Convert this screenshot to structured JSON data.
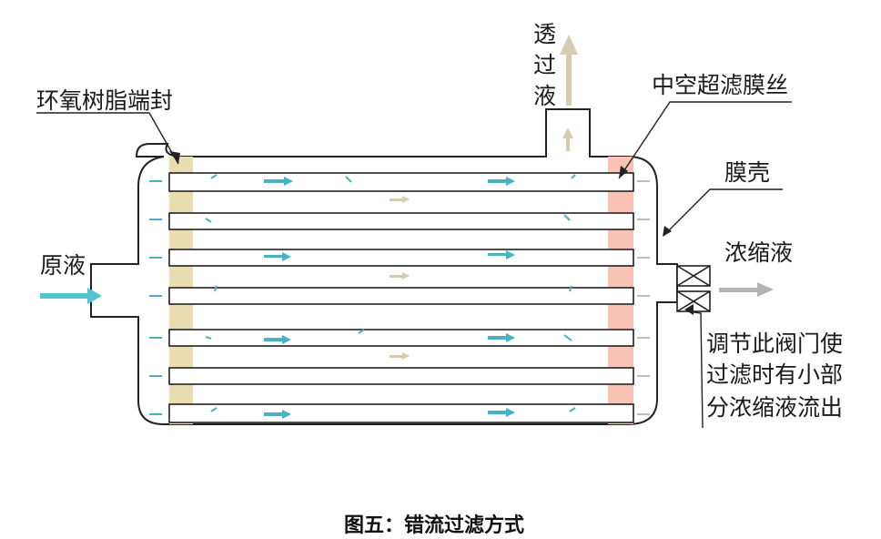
{
  "labels": {
    "epoxy_seal": "环氧树脂端封",
    "permeate": [
      "透",
      "过",
      "液"
    ],
    "hollow_fiber": "中空超滤膜丝",
    "membrane_shell": "膜壳",
    "feed": "原液",
    "concentrate": "浓缩液",
    "valve_note": [
      "调节此阀门使",
      "过滤时有小部",
      "分浓缩液流出"
    ]
  },
  "caption": "图五：错流过滤方式",
  "colors": {
    "epoxy": "#e8dcb0",
    "fiber_end": "#f8c2b4",
    "feed_arrow": "#55c3d3",
    "flow_arrow": "#4ab0c4",
    "permeate_arrow": "#d8ccae",
    "concentrate_arrow": "#b4b4b4",
    "outline": "#222222"
  },
  "icons": {
    "flow": "arrow-right-icon",
    "permeate": "arrow-up-icon",
    "valve": "valve-cross-icon"
  }
}
